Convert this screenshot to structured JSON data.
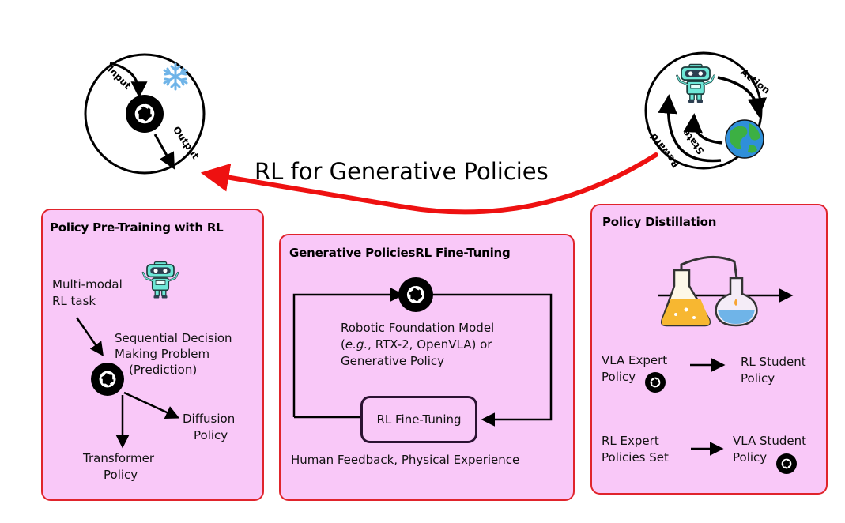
{
  "headline": "RL for Generative Policies",
  "left_circle": {
    "input_label": "Input",
    "output_label": "Output"
  },
  "right_circle": {
    "action_label": "Action",
    "state_label": "State",
    "reward_label": "Reward"
  },
  "panel_pretrain": {
    "title": "Policy Pre-Training with RL",
    "task_line1": "Multi-modal",
    "task_line2": "RL task",
    "problem_line1": "Sequential Decision",
    "problem_line2": "Making Problem",
    "problem_line3": "(Prediction)",
    "diffusion_line1": "Diffusion",
    "diffusion_line2": "Policy",
    "transformer_line1": "Transformer",
    "transformer_line2": "Policy"
  },
  "panel_finetune": {
    "title": "Generative PoliciesRL Fine-Tuning",
    "model_line1": "Robotic Foundation Model",
    "model_line2_italic": "e.g.",
    "model_line2_rest": ", RTX-2, OpenVLA) or",
    "model_line3": "Generative Policy",
    "rl_box": "RL Fine-Tuning",
    "footer": "Human Feedback, Physical Experience"
  },
  "panel_distill": {
    "title": "Policy Distillation",
    "vla_expert_line1": "VLA Expert",
    "vla_expert_line2": "Policy",
    "rl_student_line1": "RL Student",
    "rl_student_line2": "Policy",
    "rl_expert_line1": "RL Expert",
    "rl_expert_line2": "Policies Set",
    "vla_student_line1": "VLA Student",
    "vla_student_line2": "Policy"
  },
  "colors": {
    "panel_fill": "#f9c8f8",
    "panel_border": "#e0242c",
    "headline_arrow": "#ee1111",
    "robot": "#6ee7d7",
    "snowflake": "#6fb4e8"
  },
  "icons": [
    "openai-logo-icon",
    "snowflake-icon",
    "robot-icon",
    "earth-globe-icon",
    "chemistry-flasks-icon"
  ]
}
